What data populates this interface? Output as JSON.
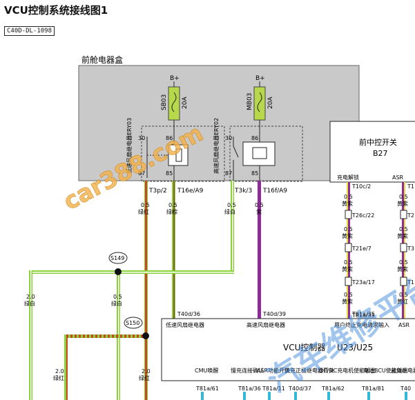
{
  "header": {
    "title": "VCU控制系统接线图1",
    "doc_code": "C40D-DL-1098"
  },
  "front_box": {
    "label": "前舱电器盒"
  },
  "fuses": [
    {
      "name": "SB03",
      "rating": "20A",
      "supply": "B+"
    },
    {
      "name": "MB03",
      "rating": "20A",
      "supply": "B+"
    }
  ],
  "relays": [
    {
      "name": "低速风扇继电器ERY03",
      "pins": [
        "30",
        "86",
        "87",
        "85"
      ]
    },
    {
      "name": "高速风扇继电器ERY02",
      "pins": [
        "30",
        "86",
        "87",
        "85"
      ]
    }
  ],
  "box_connectors": [
    "T3p/2",
    "T16e/A9",
    "T3k/3",
    "T16f/A9"
  ],
  "wires": [
    {
      "size": "0.5",
      "color": "绿红"
    },
    {
      "size": "0.5",
      "color": "绿棕"
    },
    {
      "size": "0.5",
      "color": "绿白"
    },
    {
      "size": "0.5",
      "color": "紫"
    },
    {
      "size": "2.0",
      "color": "绿白"
    },
    {
      "size": "0.5",
      "color": "绿白"
    },
    {
      "size": "2.0",
      "color": "绿红"
    },
    {
      "size": "2.0",
      "color": "绿红"
    }
  ],
  "splices": [
    "S149",
    "S150"
  ],
  "console": {
    "title": "前中控开关",
    "code": "B27",
    "functions": [
      "充电解锁",
      "ASR"
    ],
    "connectors": [
      "T10c/2",
      "T26c/22",
      "T21e/7",
      "T23a/17",
      "T81a/35"
    ],
    "wire_labels": [
      {
        "size": "0.5",
        "color": "黄紫"
      },
      {
        "size": "0.5",
        "color": "黄紫"
      },
      {
        "size": "0.5",
        "color": "黄紫"
      },
      {
        "size": "0.5",
        "color": "黄紫"
      }
    ],
    "right_connectors": [
      "T1",
      "T2",
      "T3",
      "T1"
    ],
    "right_wire_labels": [
      {
        "size": "0.5",
        "color": "黄紫"
      },
      {
        "size": "0.5",
        "color": "黄紫"
      },
      {
        "size": "0.5",
        "color": "黄紫"
      },
      {
        "size": "0.5",
        "color": "黄红"
      }
    ]
  },
  "vcu": {
    "title": "VCU控制器",
    "code": "U23/U25",
    "top_connectors": [
      "T40d/36",
      "T40d/39",
      "T81a/35"
    ],
    "inputs": [
      "低速风扇继电器",
      "高速风扇继电器",
      "用户终止充电请求输入",
      "ASR"
    ],
    "outputs": [
      "CMU唤醒",
      "慢充连接确认",
      "ASR功能开关",
      "快充正极继电器开关",
      "DC/DC充电机使能输出",
      "电池BCU使能输出",
      "总负继电器开关"
    ],
    "bottom_connectors": [
      "T81a/61",
      "T81a/36",
      "T81a/11",
      "T40d/37",
      "T81a/62",
      "T81a/81",
      "T40"
    ]
  },
  "watermarks": [
    "car388.com",
    "汽车维修平台"
  ],
  "colors": {
    "box_fill": "#c9c9c9",
    "green": "#8bd23a",
    "red": "#c84a25",
    "brown": "#8a5a2b",
    "purple": "#8e2a9a",
    "yellow": "#e8e03a",
    "cyan": "#33b8d6",
    "fuse_green": "#b7d84b",
    "watermark_orange": "#f2b24a",
    "watermark_blue": "#2f7fd6"
  }
}
